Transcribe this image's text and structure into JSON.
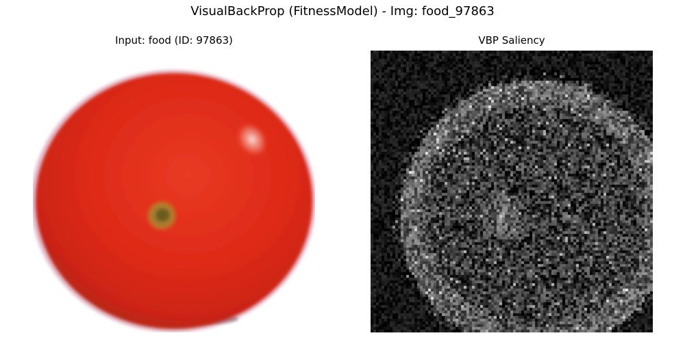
{
  "figure": {
    "title": "VisualBackProp (FitnessModel) - Img: food_97863"
  },
  "panels": [
    {
      "title": "Input: food (ID: 97863)",
      "content": "red-tomato-photo"
    },
    {
      "title": "VBP Saliency",
      "content": "saliency-map-noise"
    }
  ],
  "colors": {
    "background": "#ffffff",
    "tomato_main": "#e0301c",
    "tomato_dark": "#b8180e",
    "tomato_highlight": "#f26a55",
    "stem_scar": "#8a6a2a",
    "saliency_bg": "#141414",
    "saliency_fg": "#c8c8c8"
  }
}
